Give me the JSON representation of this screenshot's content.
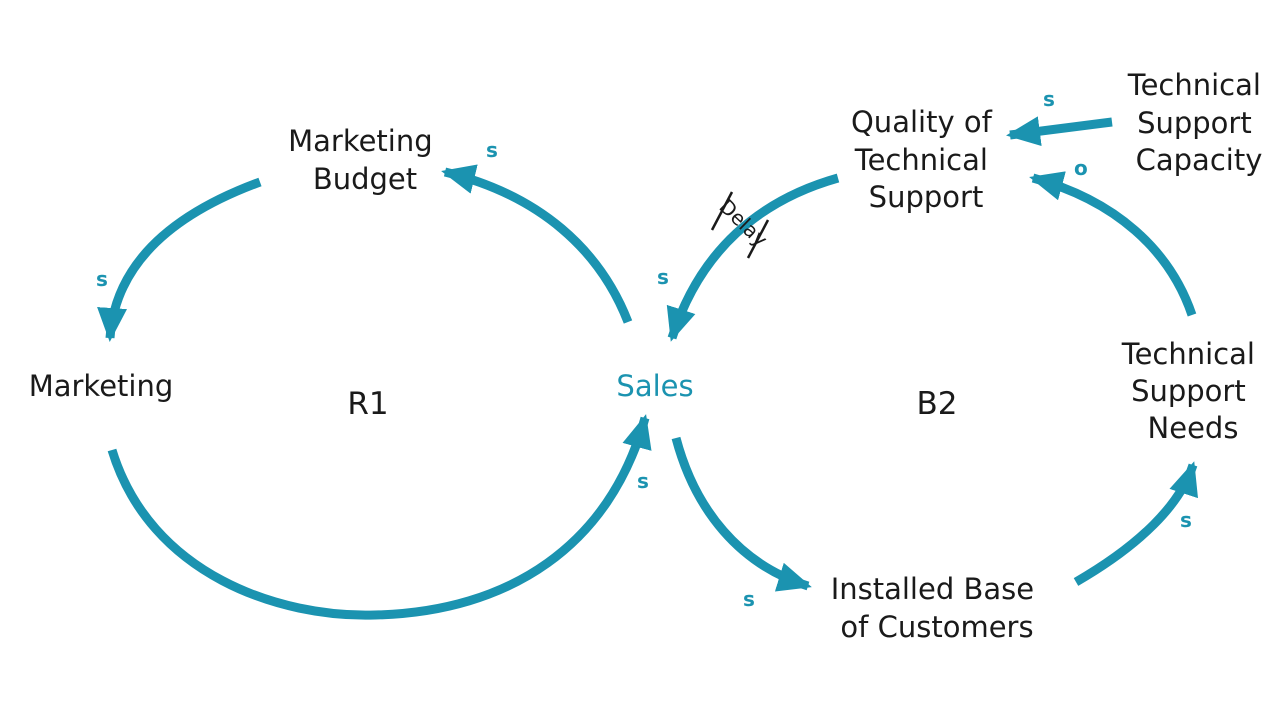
{
  "colors": {
    "accent": "#1b93b0",
    "text": "#1a1a1a"
  },
  "nodes": {
    "marketing_budget": [
      "Marketing",
      "Budget"
    ],
    "marketing": "Marketing",
    "sales": "Sales",
    "quality_support": [
      "Quality of",
      "Technical",
      "Support"
    ],
    "support_capacity": [
      "Technical",
      "Support",
      "Capacity"
    ],
    "support_needs": [
      "Technical",
      "Support",
      "Needs"
    ],
    "installed_base": [
      "Installed Base",
      "of Customers"
    ]
  },
  "loops": {
    "reinforcing": "R1",
    "balancing": "B2"
  },
  "polarities": {
    "sales_to_budget": "s",
    "budget_to_marketing": "s",
    "marketing_to_sales": "s",
    "quality_to_sales": "s",
    "capacity_to_quality": "s",
    "needs_to_quality": "o",
    "sales_to_base": "s",
    "base_to_needs": "s"
  },
  "delay_label": "Delay"
}
